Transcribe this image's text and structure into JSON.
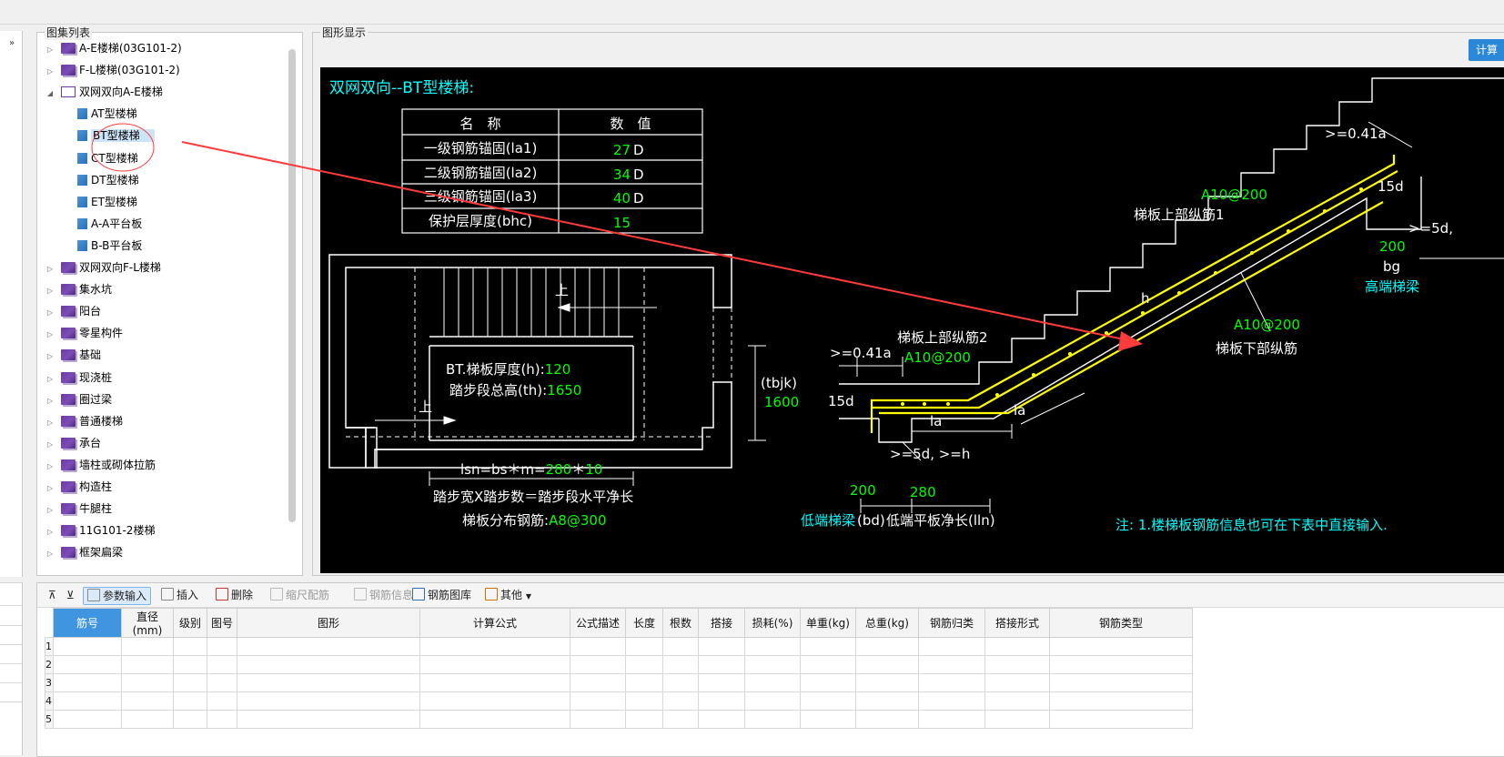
{
  "panels": {
    "tree_title": "图集列表",
    "graph_title": "图形显示"
  },
  "tree": {
    "items": [
      {
        "label": "A-E楼梯(03G101-2)",
        "level": 0,
        "expanded": false,
        "icon": "book-icon"
      },
      {
        "label": "F-L楼梯(03G101-2)",
        "level": 0,
        "expanded": false,
        "icon": "book-icon"
      },
      {
        "label": "双网双向A-E楼梯",
        "level": 0,
        "expanded": true,
        "icon": "open-book-icon"
      },
      {
        "label": "AT型楼梯",
        "level": 1,
        "icon": "page-icon"
      },
      {
        "label": "BT型楼梯",
        "level": 1,
        "icon": "page-icon",
        "selected": true
      },
      {
        "label": "CT型楼梯",
        "level": 1,
        "icon": "page-icon"
      },
      {
        "label": "DT型楼梯",
        "level": 1,
        "icon": "page-icon"
      },
      {
        "label": "ET型楼梯",
        "level": 1,
        "icon": "page-icon"
      },
      {
        "label": "A-A平台板",
        "level": 1,
        "icon": "page-icon"
      },
      {
        "label": "B-B平台板",
        "level": 1,
        "icon": "page-icon"
      },
      {
        "label": "双网双向F-L楼梯",
        "level": 0,
        "expanded": false,
        "icon": "book-icon"
      },
      {
        "label": "集水坑",
        "level": 0,
        "expanded": false,
        "icon": "book-icon"
      },
      {
        "label": "阳台",
        "level": 0,
        "expanded": false,
        "icon": "book-icon"
      },
      {
        "label": "零星构件",
        "level": 0,
        "expanded": false,
        "icon": "book-icon"
      },
      {
        "label": "基础",
        "level": 0,
        "expanded": false,
        "icon": "book-icon"
      },
      {
        "label": "现浇桩",
        "level": 0,
        "expanded": false,
        "icon": "book-icon"
      },
      {
        "label": "圈过梁",
        "level": 0,
        "expanded": false,
        "icon": "book-icon"
      },
      {
        "label": "普通楼梯",
        "level": 0,
        "expanded": false,
        "icon": "book-icon"
      },
      {
        "label": "承台",
        "level": 0,
        "expanded": false,
        "icon": "book-icon"
      },
      {
        "label": "墙柱或砌体拉筋",
        "level": 0,
        "expanded": false,
        "icon": "book-icon"
      },
      {
        "label": "构造柱",
        "level": 0,
        "expanded": false,
        "icon": "book-icon"
      },
      {
        "label": "牛腿柱",
        "level": 0,
        "expanded": false,
        "icon": "book-icon"
      },
      {
        "label": "11G101-2楼梯",
        "level": 0,
        "expanded": false,
        "icon": "book-icon"
      },
      {
        "label": "框架扁梁",
        "level": 0,
        "expanded": false,
        "icon": "book-icon"
      }
    ]
  },
  "calc_button": "计算",
  "drawing": {
    "title": "双网双向--BT型楼梯:",
    "table_headers": [
      "名　称",
      "数　值"
    ],
    "table_rows": [
      {
        "name": "一级钢筋锚固(la1)",
        "value": "27",
        "unit": "D"
      },
      {
        "name": "二级钢筋锚固(la2)",
        "value": "34",
        "unit": "D"
      },
      {
        "name": "三级钢筋锚固(la3)",
        "value": "40",
        "unit": "D"
      },
      {
        "name": "保护层厚度(bhc)",
        "value": "15",
        "unit": ""
      }
    ],
    "plan": {
      "up1": "上",
      "up2": "上",
      "thickness_label": "BT.梯板厚度(h):",
      "thickness_value": "120",
      "height_label": "踏步段总高(th):",
      "height_value": "1650",
      "lsn_label": "lsn=bs＊m=",
      "lsn_bs": "280",
      "lsn_star": "＊",
      "lsn_m": "10",
      "step_formula": "踏步宽X踏步数＝踏步段水平净长",
      "dist_label": "梯板分布钢筋:",
      "dist_value": "A8@300"
    },
    "elev": {
      "tbjk_label": "(tbjk)",
      "tbjk_value": "1600"
    },
    "section": {
      "top_anchor": ">=0.41a",
      "top_15d": "15d",
      "top_5d": ">=5d,",
      "top_rebar_label": "A10@200",
      "top_rebar_name1": "梯板上部纵筋1",
      "h_mark": "h",
      "top_beam_200": "200",
      "bg": "bg",
      "high_beam": "高端梯梁",
      "bottom_rebar_label": "A10@200",
      "bottom_rebar_name": "梯板下部纵筋",
      "top_rebar_name2": "梯板上部纵筋2",
      "low_anchor": ">=0.41a",
      "low_rebar_label": "A10@200",
      "low_15d": "15d",
      "la1": "la",
      "la2": "la",
      "low_5d_h": ">=5d, >=h",
      "dim_200": "200",
      "dim_280": "280",
      "low_beam": "低端梯梁",
      "bd_label": "(bd)",
      "low_slab": "低端平板净长(lln)"
    },
    "note": "注: 1.楼梯板钢筋信息也可在下表中直接输入."
  },
  "toolbar": {
    "param_input": "参数输入",
    "insert": "插入",
    "delete": "删除",
    "scale_rebar": "缩尺配筋",
    "rebar_info": "钢筋信息",
    "rebar_lib": "钢筋图库",
    "other": "其他"
  },
  "grid": {
    "columns": [
      "筋号",
      "直径(mm)",
      "级别",
      "图号",
      "图形",
      "计算公式",
      "公式描述",
      "长度",
      "根数",
      "搭接",
      "损耗(%)",
      "单重(kg)",
      "总重(kg)",
      "钢筋归类",
      "搭接形式",
      "钢筋类型"
    ],
    "rows": [
      "1",
      "2",
      "3",
      "4",
      "5"
    ]
  },
  "colors": {
    "canvas_bg": "#000000",
    "cad_white": "#ffffff",
    "cad_green": "#00ff00",
    "cad_cyan": "#00ffff",
    "cad_yellow": "#ffff00",
    "arrow_red": "#ff3b3b",
    "accent_blue": "#2b88d8"
  }
}
